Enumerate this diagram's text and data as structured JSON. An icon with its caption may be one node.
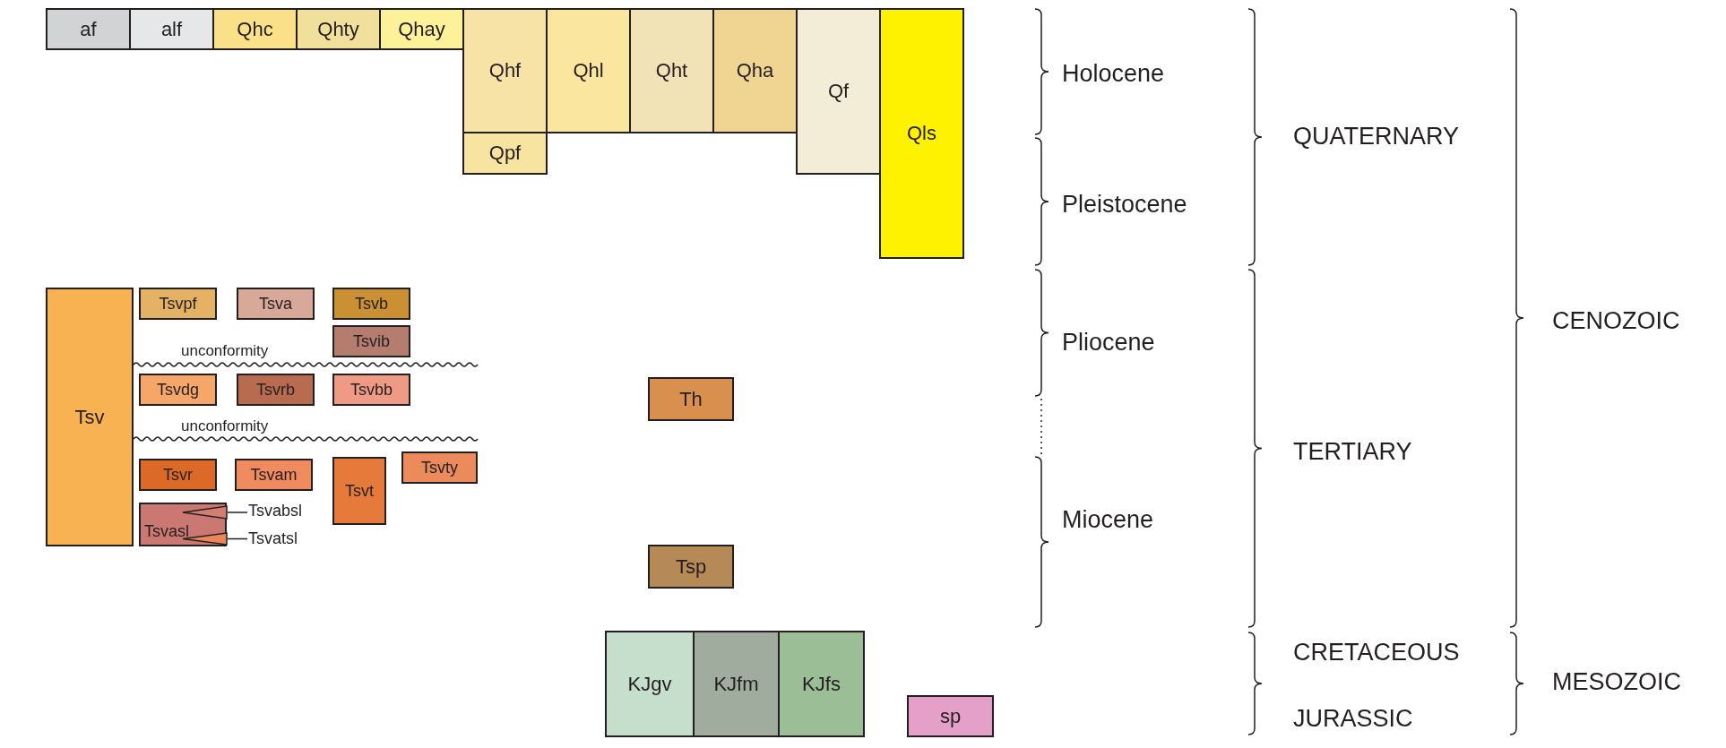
{
  "diagram": {
    "nodes": [
      {
        "text": [
          "af"
        ]
      },
      {
        "text": [
          "alf"
        ]
      },
      {
        "text": [
          "Qhc"
        ]
      },
      {
        "text": [
          "Qhty"
        ]
      },
      {
        "text": [
          "Qhay"
        ]
      },
      {
        "text": [
          "Qhf"
        ]
      },
      {
        "text": [
          "Qhl"
        ]
      },
      {
        "text": [
          "Qht"
        ]
      },
      {
        "text": [
          "Qha"
        ]
      },
      {
        "text": [
          "Qf"
        ]
      },
      {
        "text": [
          "Qls"
        ]
      },
      {
        "text": [
          "Qpf"
        ]
      },
      {
        "text": [
          "Tsv"
        ]
      },
      {
        "text": [
          "Tsvpf"
        ]
      },
      {
        "text": [
          "Tsva"
        ]
      },
      {
        "text": [
          "Tsvb"
        ]
      },
      {
        "text": [
          "Tsvib"
        ]
      },
      {
        "text": [
          "Tsvdg"
        ]
      },
      {
        "text": [
          "Tsvrb"
        ]
      },
      {
        "text": [
          "Tsvbb"
        ]
      },
      {
        "text": [
          "Th"
        ]
      },
      {
        "text": [
          "Tsvr"
        ]
      },
      {
        "text": [
          "Tsvam"
        ]
      },
      {
        "text": [
          "Tsvt"
        ]
      },
      {
        "text": [
          "Tsvty"
        ]
      },
      {
        "text": [
          "Tsvasl"
        ]
      },
      {
        "text": [],
        "shape": "wedge",
        "in": 25
      },
      {
        "text": [
          "Tsvabsl"
        ]
      },
      {
        "text": [],
        "shape": "wedge",
        "in": 25
      },
      {
        "text": [
          "Tsvatsl"
        ]
      },
      {
        "text": [
          "Tsp"
        ]
      },
      {
        "text": [
          "KJgv"
        ]
      },
      {
        "text": [
          "KJfm"
        ]
      },
      {
        "text": [
          "KJfs"
        ]
      },
      {
        "text": [
          "sp"
        ]
      }
    ],
    "edges": [
      {
        "from": 27,
        "to": 26,
        "arrow": "none"
      },
      {
        "from": 29,
        "to": 28,
        "arrow": "none"
      }
    ],
    "labels": [
      "unconformity",
      "unconformity",
      "Holocene",
      "Pleistocene",
      "Pliocene",
      "Miocene",
      "QUATERNARY",
      "TERTIARY",
      "CRETACEOUS",
      "JURASSIC",
      "CENOZOIC",
      "MESOZOIC"
    ]
  }
}
